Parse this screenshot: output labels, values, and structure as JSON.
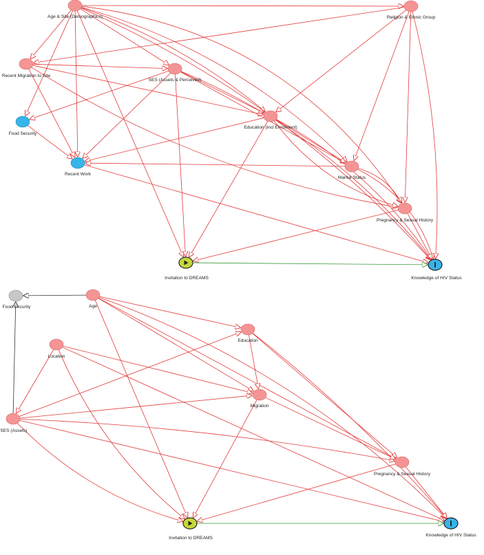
{
  "colors": {
    "ancestor_edge": "#e23a3a",
    "causal_edge": "#3a9a3a",
    "plain_edge": "#333333",
    "node_ancestor": "#f59494",
    "node_ancestor_stroke": "#d26a6a",
    "node_adjusted": "#37b4e8",
    "node_adjusted_stroke": "#1f86b3",
    "node_unobserved": "#c7c7c7",
    "node_unobserved_stroke": "#8a8a8a",
    "node_exposure": "#c6d93a",
    "node_exposure_stroke": "#222222",
    "node_outcome": "#37b4e8",
    "node_outcome_stroke": "#222222"
  },
  "diagrams": [
    {
      "nodes": [
        {
          "id": "age",
          "label": "Age & Site (Demographics)",
          "kind": "ancestor"
        },
        {
          "id": "religion",
          "label": "Religion & Ethnic Group",
          "kind": "ancestor"
        },
        {
          "id": "recentmig",
          "label": "Recent Migration to Site",
          "kind": "ancestor"
        },
        {
          "id": "ses",
          "label": "SES (Assets & Perceived)",
          "kind": "ancestor"
        },
        {
          "id": "food",
          "label": "Food Security",
          "kind": "adjusted"
        },
        {
          "id": "educ",
          "label": "Education (incl Enrolment)",
          "kind": "ancestor"
        },
        {
          "id": "work",
          "label": "Recent Work",
          "kind": "adjusted"
        },
        {
          "id": "marital",
          "label": "Marital Status",
          "kind": "ancestor"
        },
        {
          "id": "preg",
          "label": "Pregnancy & Sexual History",
          "kind": "ancestor"
        },
        {
          "id": "invite",
          "label": "Invitation to DREAMS",
          "kind": "exposure"
        },
        {
          "id": "knowhiv",
          "label": "Knowledge of HIV Status",
          "kind": "outcome"
        }
      ],
      "edges": [
        {
          "from": "age",
          "to": "religion",
          "type": "ancestor"
        },
        {
          "from": "age",
          "to": "recentmig",
          "type": "ancestor"
        },
        {
          "from": "age",
          "to": "ses",
          "type": "ancestor"
        },
        {
          "from": "age",
          "to": "food",
          "type": "ancestor"
        },
        {
          "from": "age",
          "to": "work",
          "type": "ancestor"
        },
        {
          "from": "age",
          "to": "educ",
          "type": "ancestor"
        },
        {
          "from": "age",
          "to": "marital",
          "type": "ancestor"
        },
        {
          "from": "age",
          "to": "preg",
          "type": "ancestor"
        },
        {
          "from": "age",
          "to": "invite",
          "type": "ancestor"
        },
        {
          "from": "age",
          "to": "knowhiv",
          "type": "ancestor"
        },
        {
          "from": "religion",
          "to": "recentmig",
          "type": "ancestor"
        },
        {
          "from": "religion",
          "to": "educ",
          "type": "ancestor"
        },
        {
          "from": "religion",
          "to": "marital",
          "type": "ancestor"
        },
        {
          "from": "religion",
          "to": "preg",
          "type": "ancestor"
        },
        {
          "from": "religion",
          "to": "knowhiv",
          "type": "ancestor"
        },
        {
          "from": "recentmig",
          "to": "ses",
          "type": "ancestor"
        },
        {
          "from": "recentmig",
          "to": "work",
          "type": "ancestor"
        },
        {
          "from": "recentmig",
          "to": "educ",
          "type": "ancestor"
        },
        {
          "from": "recentmig",
          "to": "preg",
          "type": "ancestor"
        },
        {
          "from": "ses",
          "to": "food",
          "type": "ancestor"
        },
        {
          "from": "ses",
          "to": "work",
          "type": "ancestor"
        },
        {
          "from": "ses",
          "to": "educ",
          "type": "ancestor"
        },
        {
          "from": "ses",
          "to": "marital",
          "type": "ancestor"
        },
        {
          "from": "ses",
          "to": "invite",
          "type": "ancestor"
        },
        {
          "from": "ses",
          "to": "knowhiv",
          "type": "ancestor"
        },
        {
          "from": "food",
          "to": "work",
          "type": "ancestor"
        },
        {
          "from": "educ",
          "to": "work",
          "type": "ancestor"
        },
        {
          "from": "educ",
          "to": "marital",
          "type": "ancestor"
        },
        {
          "from": "educ",
          "to": "preg",
          "type": "ancestor"
        },
        {
          "from": "educ",
          "to": "invite",
          "type": "ancestor"
        },
        {
          "from": "educ",
          "to": "knowhiv",
          "type": "ancestor"
        },
        {
          "from": "marital",
          "to": "work",
          "type": "ancestor"
        },
        {
          "from": "marital",
          "to": "preg",
          "type": "ancestor"
        },
        {
          "from": "marital",
          "to": "knowhiv",
          "type": "ancestor"
        },
        {
          "from": "work",
          "to": "knowhiv",
          "type": "ancestor"
        },
        {
          "from": "preg",
          "to": "invite",
          "type": "ancestor"
        },
        {
          "from": "preg",
          "to": "knowhiv",
          "type": "ancestor"
        },
        {
          "from": "invite",
          "to": "knowhiv",
          "type": "causal"
        }
      ]
    },
    {
      "nodes": [
        {
          "id": "food2",
          "label": "Food Security",
          "kind": "unobserved"
        },
        {
          "id": "age2",
          "label": "Age",
          "kind": "ancestor"
        },
        {
          "id": "educ2",
          "label": "Education",
          "kind": "ancestor"
        },
        {
          "id": "loc2",
          "label": "Location",
          "kind": "ancestor"
        },
        {
          "id": "mig2",
          "label": "Migration",
          "kind": "ancestor"
        },
        {
          "id": "ses2",
          "label": "SES (Assets)",
          "kind": "ancestor"
        },
        {
          "id": "preg2",
          "label": "Pregnancy & Sexual History",
          "kind": "ancestor"
        },
        {
          "id": "invite2",
          "label": "Invitation to DREAMS",
          "kind": "exposure"
        },
        {
          "id": "knowhiv2",
          "label": "Knowledge of HIV Status",
          "kind": "outcome"
        }
      ],
      "edges": [
        {
          "from": "age2",
          "to": "food2",
          "type": "plain"
        },
        {
          "from": "ses2",
          "to": "food2",
          "type": "plain"
        },
        {
          "from": "age2",
          "to": "educ2",
          "type": "ancestor"
        },
        {
          "from": "age2",
          "to": "mig2",
          "type": "ancestor"
        },
        {
          "from": "age2",
          "to": "preg2",
          "type": "ancestor"
        },
        {
          "from": "age2",
          "to": "invite2",
          "type": "ancestor"
        },
        {
          "from": "age2",
          "to": "knowhiv2",
          "type": "ancestor"
        },
        {
          "from": "educ2",
          "to": "mig2",
          "type": "ancestor"
        },
        {
          "from": "educ2",
          "to": "preg2",
          "type": "ancestor"
        },
        {
          "from": "educ2",
          "to": "knowhiv2",
          "type": "ancestor"
        },
        {
          "from": "loc2",
          "to": "mig2",
          "type": "ancestor"
        },
        {
          "from": "loc2",
          "to": "ses2",
          "type": "ancestor"
        },
        {
          "from": "loc2",
          "to": "invite2",
          "type": "ancestor"
        },
        {
          "from": "loc2",
          "to": "knowhiv2",
          "type": "ancestor"
        },
        {
          "from": "ses2",
          "to": "educ2",
          "type": "ancestor"
        },
        {
          "from": "ses2",
          "to": "mig2",
          "type": "ancestor"
        },
        {
          "from": "ses2",
          "to": "preg2",
          "type": "ancestor"
        },
        {
          "from": "ses2",
          "to": "invite2",
          "type": "ancestor"
        },
        {
          "from": "ses2",
          "to": "knowhiv2",
          "type": "ancestor"
        },
        {
          "from": "mig2",
          "to": "preg2",
          "type": "ancestor"
        },
        {
          "from": "mig2",
          "to": "invite2",
          "type": "ancestor"
        },
        {
          "from": "preg2",
          "to": "invite2",
          "type": "ancestor"
        },
        {
          "from": "preg2",
          "to": "knowhiv2",
          "type": "ancestor"
        },
        {
          "from": "invite2",
          "to": "knowhiv2",
          "type": "causal"
        }
      ]
    }
  ]
}
